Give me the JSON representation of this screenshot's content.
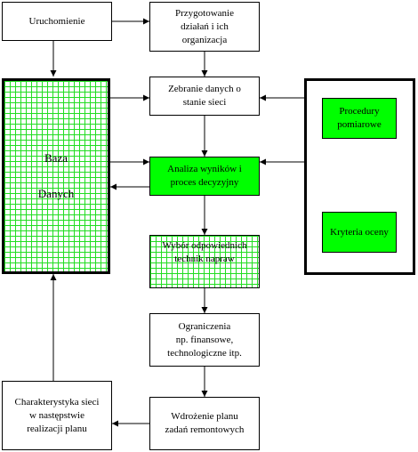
{
  "nodes": {
    "uruchomienie": "Uruchomienie",
    "przygotowanie": "Przygotowanie\ndziałań i ich\norganizacja",
    "zebranie": "Zebranie danych o\nstanie sieci",
    "analiza": "Analiza wyników i\nproces decyzyjny",
    "wybor": "Wybór odpowiednich\ntechnik napraw",
    "ograniczenia": "Ograniczenia\nnp. finansowe,\ntechnologiczne itp.",
    "wdrozenie": "Wdrożenie planu\nzadań remontowych",
    "charakterystyka": "Charakterystyka sieci\nw następstwie\nrealizacji planu",
    "baza": "Baza\nDanych",
    "procedury": "Procedury\npomiarowe",
    "kryteria": "Kryteria oceny"
  },
  "colors": {
    "highlight": "#00ff00",
    "grid": "#22dd22",
    "border": "#000000"
  }
}
